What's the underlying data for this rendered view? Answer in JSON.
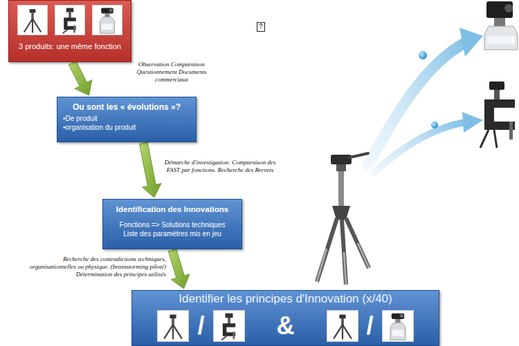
{
  "diagram": {
    "nodes": [
      {
        "text": [
          "3 produits: une même fonction"
        ]
      },
      {
        "text": [
          "Ou sont les « évolutions »?",
          "•De produit",
          "•organisation du produit"
        ]
      },
      {
        "text": [
          "Identification des Innovations",
          "Fonctions => Solutions techniques",
          "Liste des paramètres mis en jeu"
        ]
      },
      {
        "text": [
          "Identifier les principes d'Innovation (x/40)",
          "/",
          "&",
          "/"
        ]
      }
    ],
    "edges": [
      {
        "from": 0,
        "to": 1,
        "arrow": "to",
        "label": "Observation Comparaison Questionnement Documents commerciaux"
      },
      {
        "from": 1,
        "to": 2,
        "arrow": "to",
        "label": "Démarche d'investigation: Comparaison des FAST par fonctions. Recherche des Brevets"
      },
      {
        "from": 2,
        "to": 3,
        "arrow": "to",
        "label": "Recherche des contradictions techniques, organisationnelles ou physique. (brainstorming piloté) Détermination des principes utilisés"
      }
    ],
    "labels": [
      "?"
    ]
  }
}
